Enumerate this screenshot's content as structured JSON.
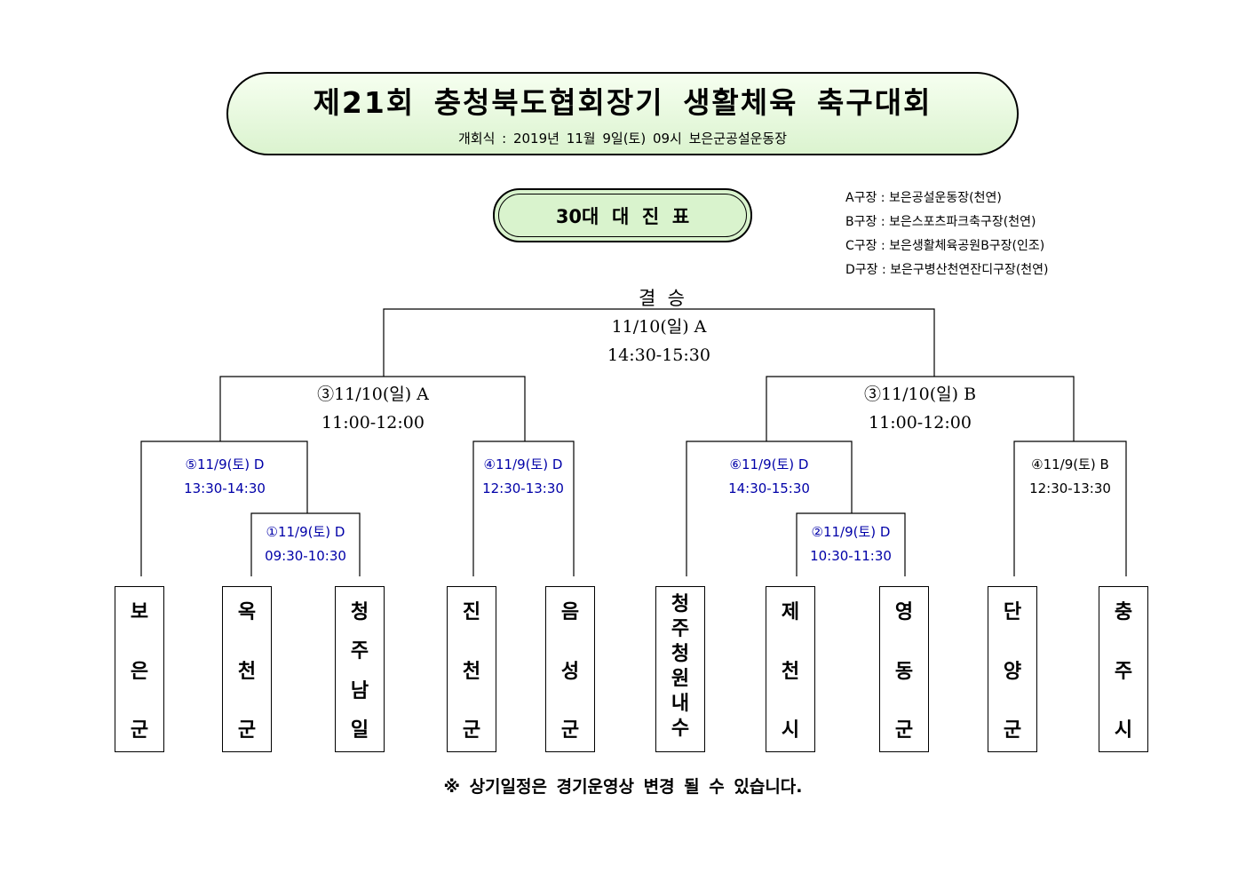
{
  "banner": {
    "title": "제21회 충청북도협회장기 생활체육 축구대회",
    "subtitle": "개회식 : 2019년 11월 9일(토) 09시 보은군공설운동장"
  },
  "bracket_title": "30대  대  진  표",
  "venues": [
    "A구장 : 보은공설운동장(천연)",
    "B구장 : 보은스포츠파크축구장(천연)",
    "C구장 : 보은생활체육공원B구장(인조)",
    "D구장 : 보은구병산천연잔디구장(천연)"
  ],
  "final": {
    "label": "결  승",
    "date": "11/10(일) A",
    "time": "14:30-15:30"
  },
  "semis": [
    {
      "date": "③11/10(일) A",
      "time": "11:00-12:00"
    },
    {
      "date": "③11/10(일) B",
      "time": "11:00-12:00"
    }
  ],
  "quarters": [
    {
      "date": "⑤11/9(토) D",
      "time": "13:30-14:30"
    },
    {
      "date": "④11/9(토) D",
      "time": "12:30-13:30"
    },
    {
      "date": "⑥11/9(토) D",
      "time": "14:30-15:30"
    },
    {
      "date": "④11/9(토) B",
      "time": "12:30-13:30"
    }
  ],
  "first_round": [
    {
      "date": "①11/9(토) D",
      "time": "09:30-10:30"
    },
    {
      "date": "②11/9(토) D",
      "time": "10:30-11:30"
    }
  ],
  "teams": [
    [
      "보",
      "은",
      "군"
    ],
    [
      "옥",
      "천",
      "군"
    ],
    [
      "청",
      "주",
      "남",
      "일"
    ],
    [
      "진",
      "천",
      "군"
    ],
    [
      "음",
      "성",
      "군"
    ],
    [
      "청",
      "주",
      "청",
      "원",
      "내",
      "수"
    ],
    [
      "제",
      "천",
      "시"
    ],
    [
      "영",
      "동",
      "군"
    ],
    [
      "단",
      "양",
      "군"
    ],
    [
      "충",
      "주",
      "시"
    ]
  ],
  "notice": "※ 상기일정은 경기운영상 변경 될 수 있습니다.",
  "colors": {
    "banner_fill": "#dbf3cf",
    "blue_text": "#0000a8"
  }
}
